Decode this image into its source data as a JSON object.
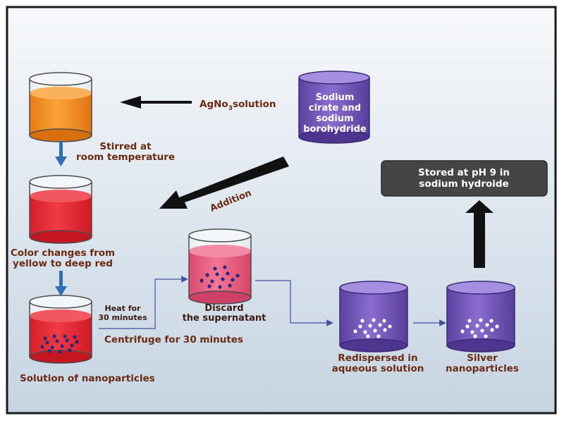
{
  "labels": {
    "agno3_main": "AgNo",
    "agno3_sub": "3",
    "agno3_tail": "solution",
    "sodium_line1": "Sodium",
    "sodium_line2": "cirate and",
    "sodium_line3": "sodium",
    "sodium_line4": "borohydride",
    "stirred_line1": "Stirred at",
    "stirred_line2": "room temperature",
    "addition": "Addition",
    "color_line1": "Color changes from",
    "color_line2": "yellow to deep red",
    "heat_line1": "Heat for",
    "heat_line2": "30 minutes",
    "discard_line1": "Discard",
    "discard_line2": "the supernatant",
    "centrifuge": "Centrifuge for 30 minutes",
    "solution_np": "Solution of nanoparticles",
    "redispersed_line1": "Redispersed in",
    "redispersed_line2": "aqueous solution",
    "silver_line1": "Silver",
    "silver_line2": "nanoparticles",
    "stored_line1": "Stored at pH 9 in",
    "stored_line2": "sodium hydroide"
  },
  "colors": {
    "frame": "#1a1a1a",
    "background_gradient_top": "#f7f9fb",
    "background_gradient_bottom": "#c9d6e3",
    "orange_liquid": "#f28a1c",
    "red_liquid": "#e3262f",
    "pink_liquid": "#e6577c",
    "purple_cylinder": "#6f52b5",
    "particle_dark": "#2b2a7a",
    "particle_white": "#ffffff",
    "label_text": "#6b2a12",
    "box_fill": "#444444",
    "arrow_black": "#111111",
    "arrow_blue": "#2f6fb5",
    "line_blue": "#3f4fa0"
  }
}
